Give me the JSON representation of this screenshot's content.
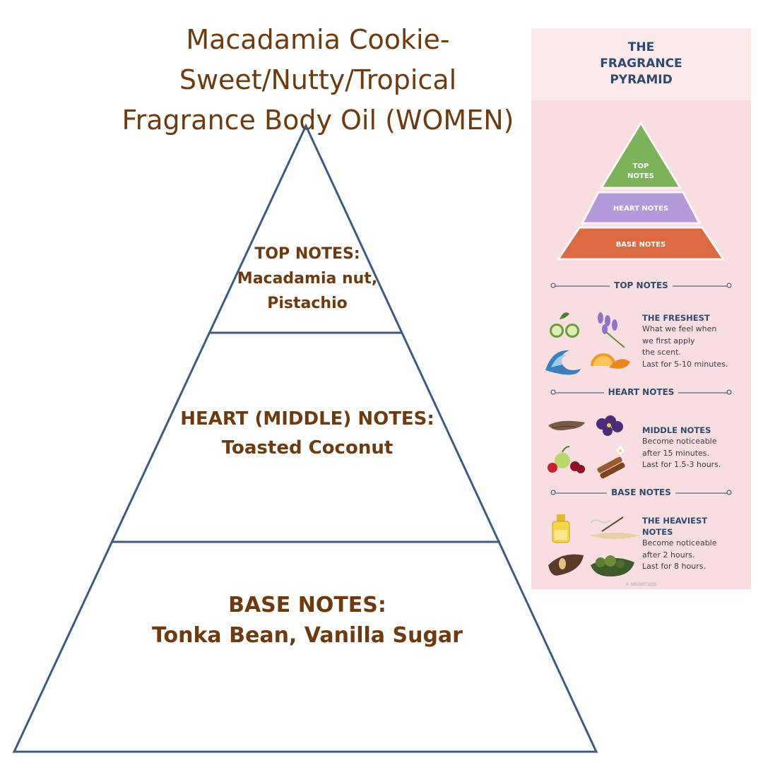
{
  "title": {
    "line1": "Macadamia Cookie-",
    "line2": "Sweet/Nutty/Tropical",
    "line3": "Fragrance Body Oil (WOMEN)"
  },
  "pyramid": {
    "top": {
      "heading": "TOP NOTES:",
      "line1": "Macadamia nut,",
      "line2": "Pistachio"
    },
    "heart": {
      "heading": "HEART (MIDDLE) NOTES:",
      "line1": "Toasted Coconut"
    },
    "base": {
      "heading": "BASE NOTES:",
      "line1": "Tonka Bean, Vanilla Sugar"
    }
  },
  "infographic": {
    "title_line1": "THE",
    "title_line2": "FRAGRANCE",
    "title_line3": "PYRAMID",
    "mini_pyramid": {
      "top_line1": "TOP",
      "top_line2": "NOTES",
      "heart": "HEART NOTES",
      "base": "BASE NOTES",
      "colors": {
        "top": "#7cb35a",
        "heart": "#b59ad9",
        "base": "#db6a43"
      }
    },
    "sections": [
      {
        "title": "TOP NOTES",
        "heading": "THE FRESHEST",
        "lines": [
          "What we feel when",
          "we first apply",
          "the scent.",
          "Last for 5-10 minutes."
        ],
        "icons": [
          "cucumber-icon",
          "lavender-icon",
          "wave-icon",
          "orange-icon"
        ]
      },
      {
        "title": "HEART NOTES",
        "heading": "MIDDLE NOTES",
        "lines": [
          "Become noticeable",
          "after 15 minutes.",
          "Last for 1.5-3 hours."
        ],
        "icons": [
          "bark-icon",
          "violet-icon",
          "fruit-icon",
          "cinnamon-icon"
        ]
      },
      {
        "title": "BASE NOTES",
        "heading_line1": "THE HEAVIEST",
        "heading_line2": "NOTES",
        "lines": [
          "Become noticeable",
          "after 2 hours.",
          "Last for 8 hours."
        ],
        "icons": [
          "oil-bottle-icon",
          "incense-icon",
          "wood-icon",
          "moss-icon"
        ]
      }
    ],
    "credit": "© BRIGHTSIDE"
  },
  "colors": {
    "title_brown": "#6e3a10",
    "pyramid_stroke": "#3f5a82",
    "panel_pink": "#f8dde1",
    "panel_navy": "#2f4a6e"
  }
}
